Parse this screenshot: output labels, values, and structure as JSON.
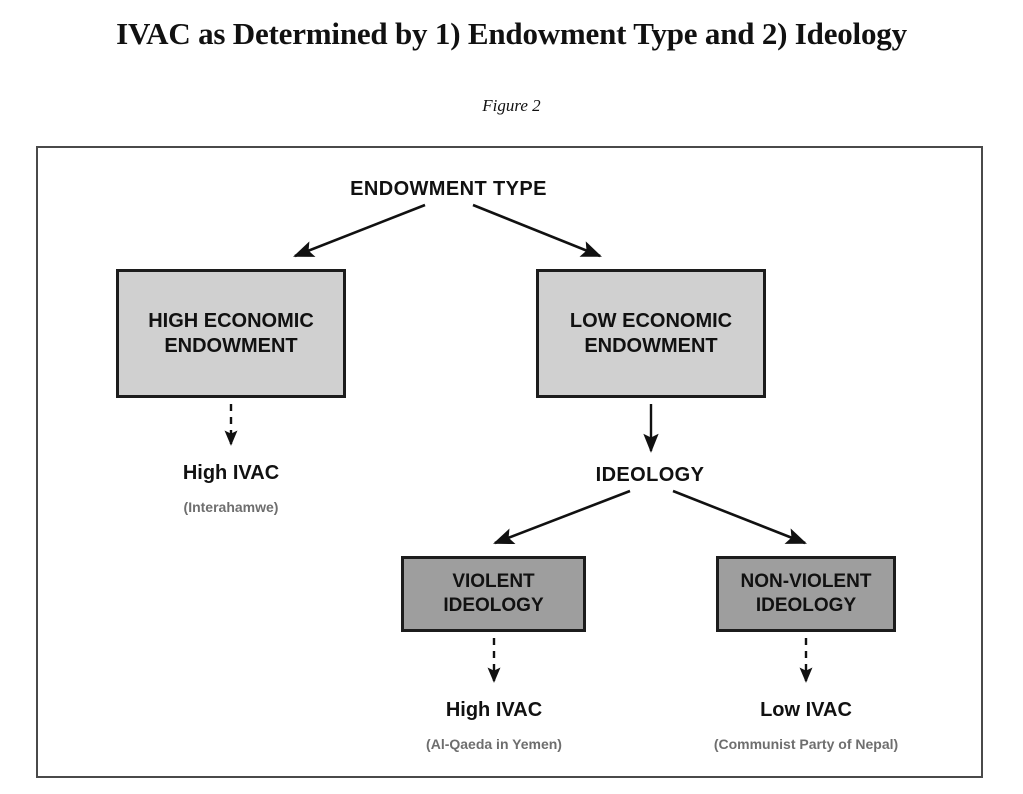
{
  "page": {
    "title": "IVAC as Determined by 1) Endowment Type and 2) Ideology",
    "figure_caption": "Figure 2"
  },
  "colors": {
    "frame_border": "#4a4a4a",
    "box_border": "#1c1c1c",
    "level1_fill": "#d0d0d0",
    "level2_fill": "#9e9e9e",
    "text": "#111111",
    "example_text": "#6e6e6e",
    "connector": "#111111",
    "background": "#ffffff"
  },
  "diagram": {
    "root": {
      "label": "ENDOWMENT TYPE"
    },
    "level1_boxes": [
      {
        "line1": "HIGH ECONOMIC",
        "line2": "ENDOWMENT"
      },
      {
        "line1": "LOW ECONOMIC",
        "line2": "ENDOWMENT"
      }
    ],
    "branch": {
      "label": "IDEOLOGY"
    },
    "level2_boxes": [
      {
        "line1": "VIOLENT",
        "line2": "IDEOLOGY"
      },
      {
        "line1": "NON-VIOLENT",
        "line2": "IDEOLOGY"
      }
    ],
    "outcomes": [
      {
        "label": "High IVAC",
        "example": "(Interahamwe)"
      },
      {
        "label": "High IVAC",
        "example": "(Al-Qaeda in Yemen)"
      },
      {
        "label": "Low IVAC",
        "example": "(Communist Party of Nepal)"
      }
    ]
  }
}
